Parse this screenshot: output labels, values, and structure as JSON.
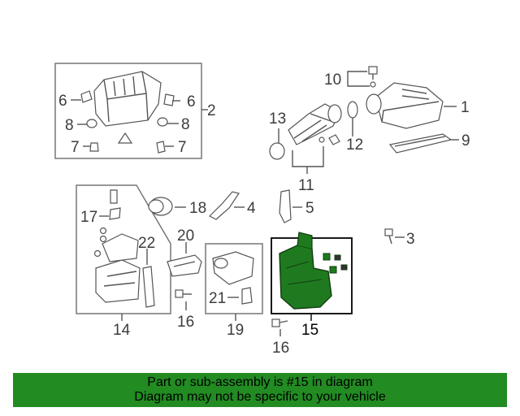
{
  "callouts": {
    "c1": "1",
    "c2": "2",
    "c3": "3",
    "c4": "4",
    "c5": "5",
    "c6a": "6",
    "c6b": "6",
    "c7a": "7",
    "c7b": "7",
    "c8a": "8",
    "c8b": "8",
    "c9": "9",
    "c10": "10",
    "c11": "11",
    "c12": "12",
    "c13": "13",
    "c14": "14",
    "c15": "15",
    "c16a": "16",
    "c16b": "16",
    "c17": "17",
    "c18": "18",
    "c19": "19",
    "c20": "20",
    "c21": "21",
    "c22": "22"
  },
  "highlight_color": "#1f7a1f",
  "banner": {
    "color": "#228b22",
    "line1": "Part or sub-assembly is #15 in diagram",
    "line2": "Diagram may not be specific to your vehicle"
  }
}
